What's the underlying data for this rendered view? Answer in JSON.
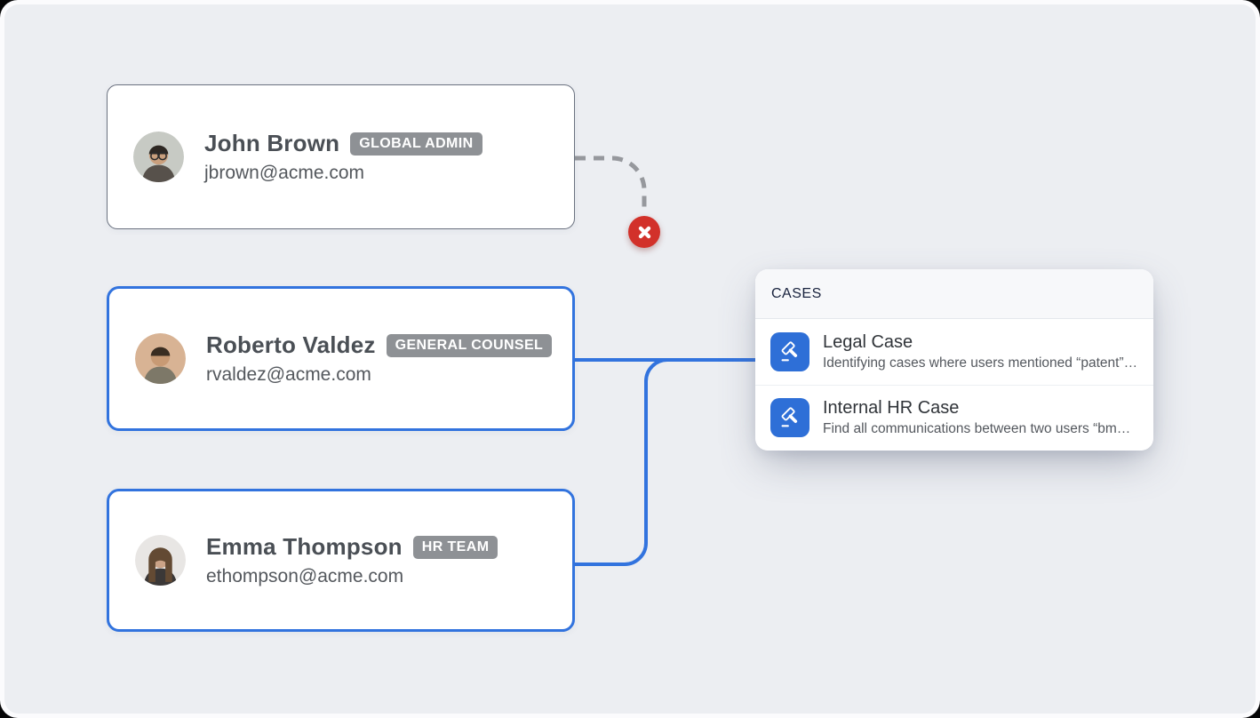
{
  "surface": {
    "background": "#eceef2"
  },
  "colors": {
    "accent_blue": "#3273de",
    "case_icon_blue": "#2e6fd7",
    "badge_gray": "#8e9195",
    "connector_dash_gray": "#96989d",
    "error_red": "#d2312a",
    "neutral_card_border": "#6b7280"
  },
  "icons": {
    "case_icon": "gavel-icon",
    "excluded_icon": "x-mark-icon"
  },
  "users": [
    {
      "name": "John Brown",
      "badge": "GLOBAL ADMIN",
      "email": "jbrown@acme.com",
      "connection": "excluded"
    },
    {
      "name": "Roberto Valdez",
      "badge": "GENERAL COUNSEL",
      "email": "rvaldez@acme.com",
      "connection": "linked-to-cases"
    },
    {
      "name": "Emma Thompson",
      "badge": "HR TEAM",
      "email": "ethompson@acme.com",
      "connection": "linked-to-cases"
    }
  ],
  "cases_panel": {
    "title": "CASES",
    "items": [
      {
        "title": "Legal Case",
        "description": "Identifying cases where users mentioned “patent”…"
      },
      {
        "title": "Internal HR Case",
        "description": "Find all communications between two users “bm…"
      }
    ]
  }
}
